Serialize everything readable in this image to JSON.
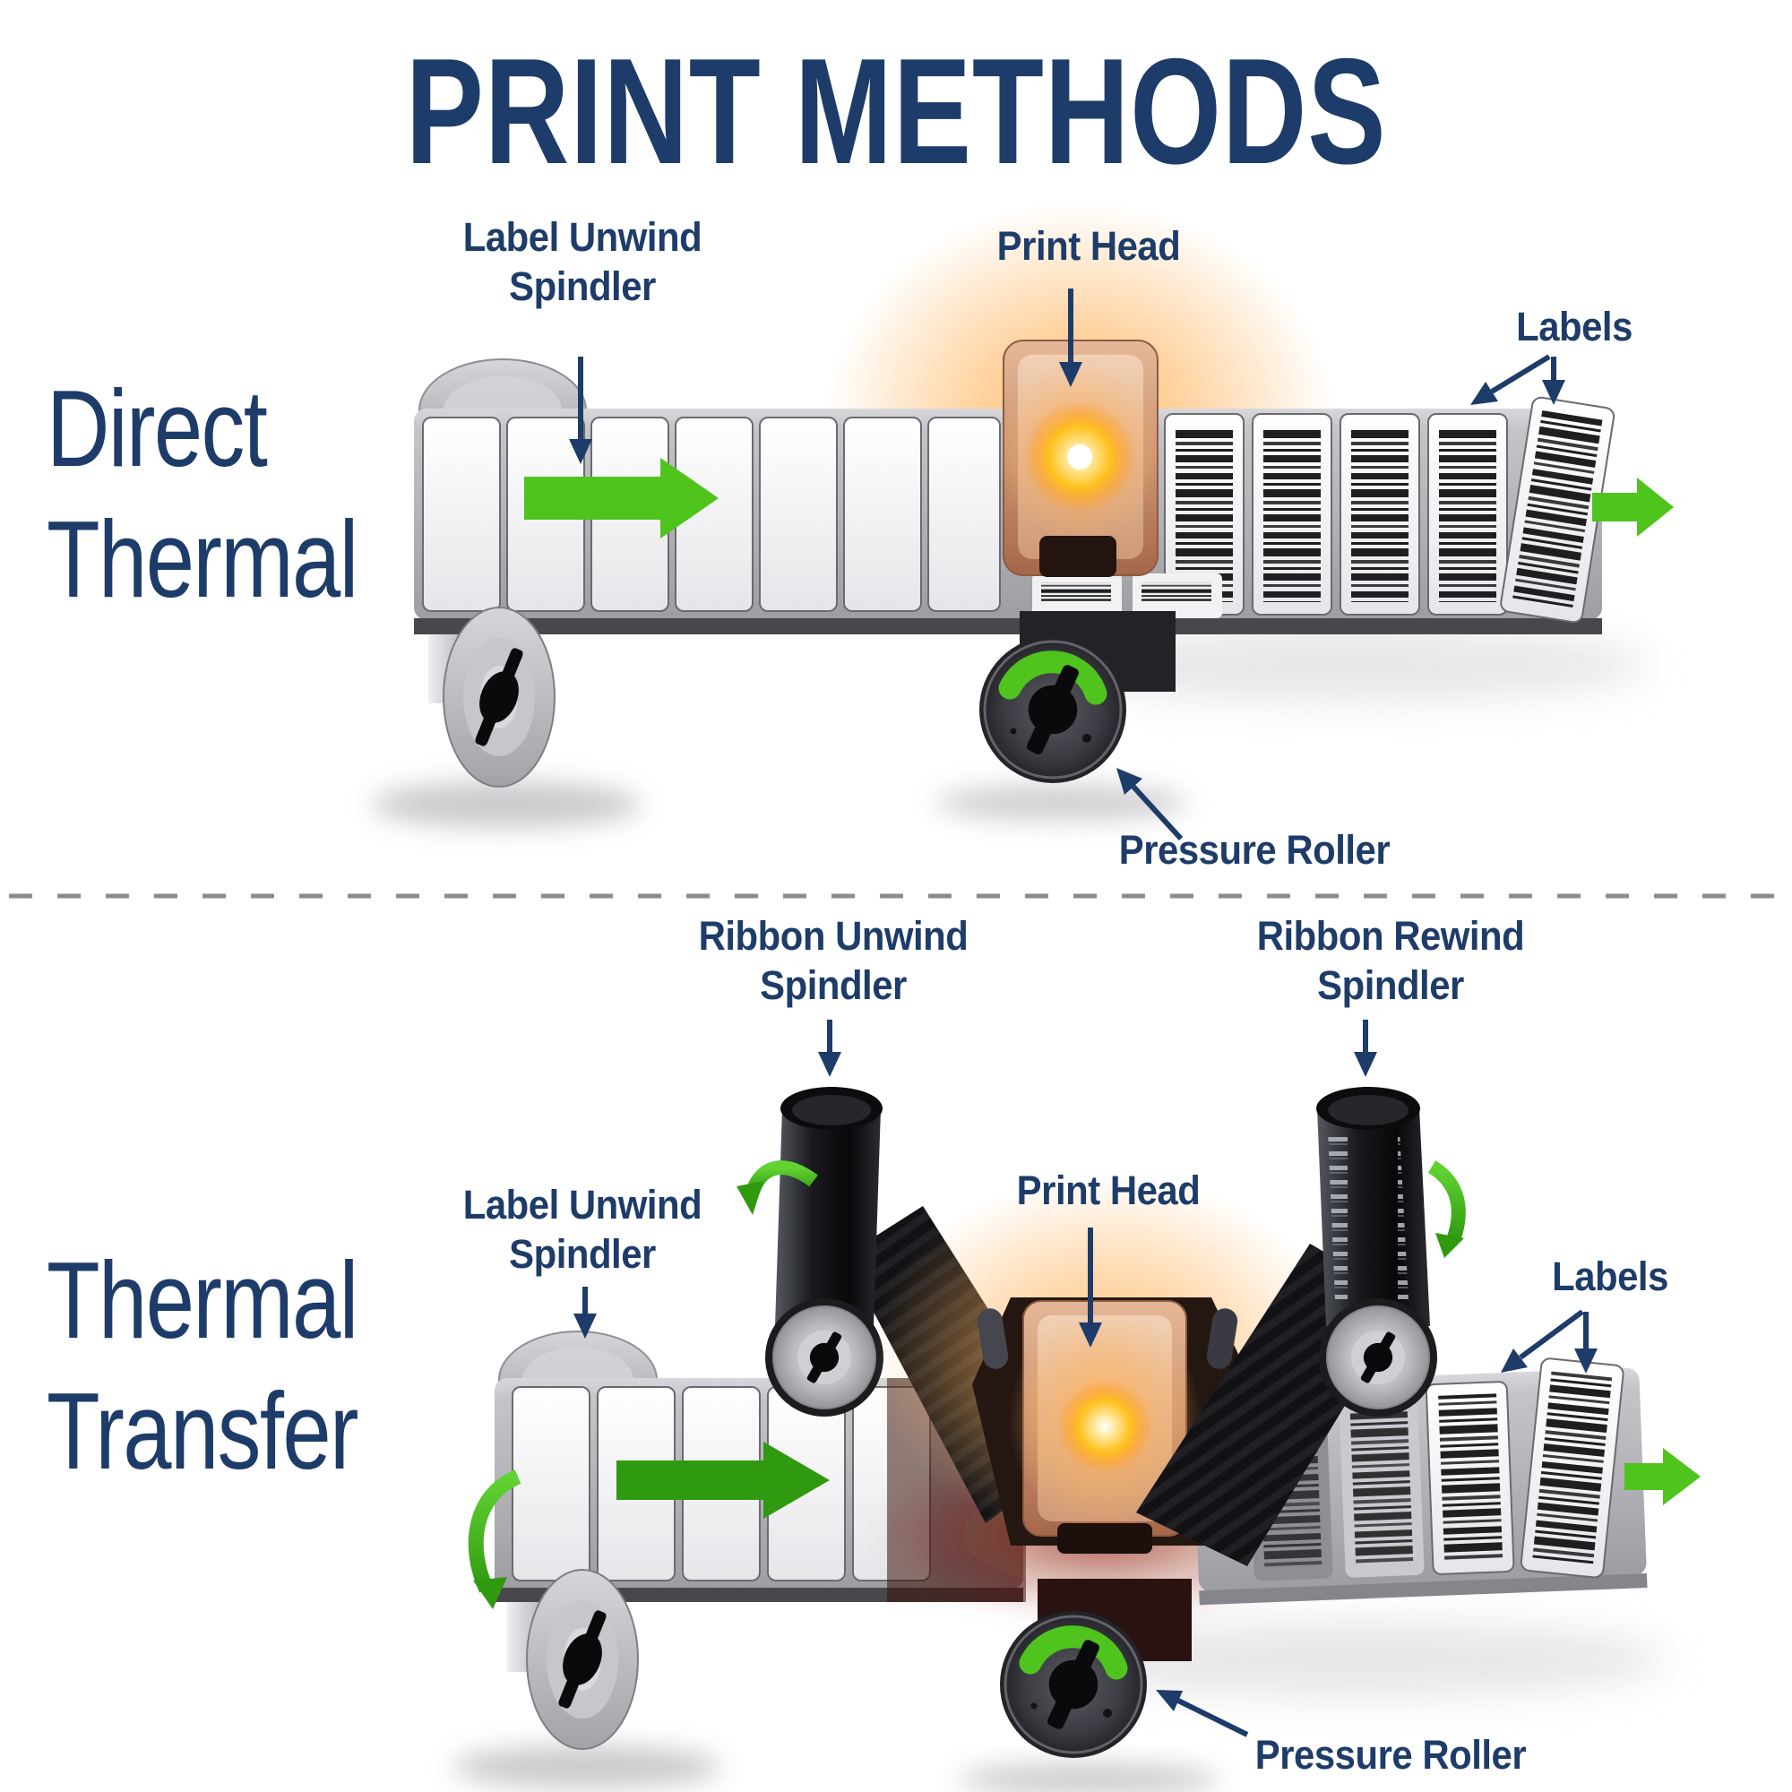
{
  "title": "PRINT METHODS",
  "colors": {
    "navy": "#1e3c69",
    "green_bright": "#4ec41d",
    "green_dark": "#2f9a10",
    "copper": "#c9906f",
    "glow_orange": "#ffb45e",
    "divider_gray": "#8b8b8b"
  },
  "direct_thermal": {
    "name_line1": "Direct",
    "name_line2": "Thermal",
    "callouts": {
      "label_unwind_line1": "Label Unwind",
      "label_unwind_line2": "Spindler",
      "print_head": "Print Head",
      "labels": "Labels",
      "pressure_roller": "Pressure Roller"
    }
  },
  "thermal_transfer": {
    "name_line1": "Thermal",
    "name_line2": "Transfer",
    "callouts": {
      "ribbon_unwind_line1": "Ribbon Unwind",
      "ribbon_unwind_line2": "Spindler",
      "ribbon_rewind_line1": "Ribbon Rewind",
      "ribbon_rewind_line2": "Spindler",
      "label_unwind_line1": "Label Unwind",
      "label_unwind_line2": "Spindler",
      "print_head": "Print Head",
      "labels": "Labels",
      "pressure_roller": "Pressure Roller"
    }
  }
}
